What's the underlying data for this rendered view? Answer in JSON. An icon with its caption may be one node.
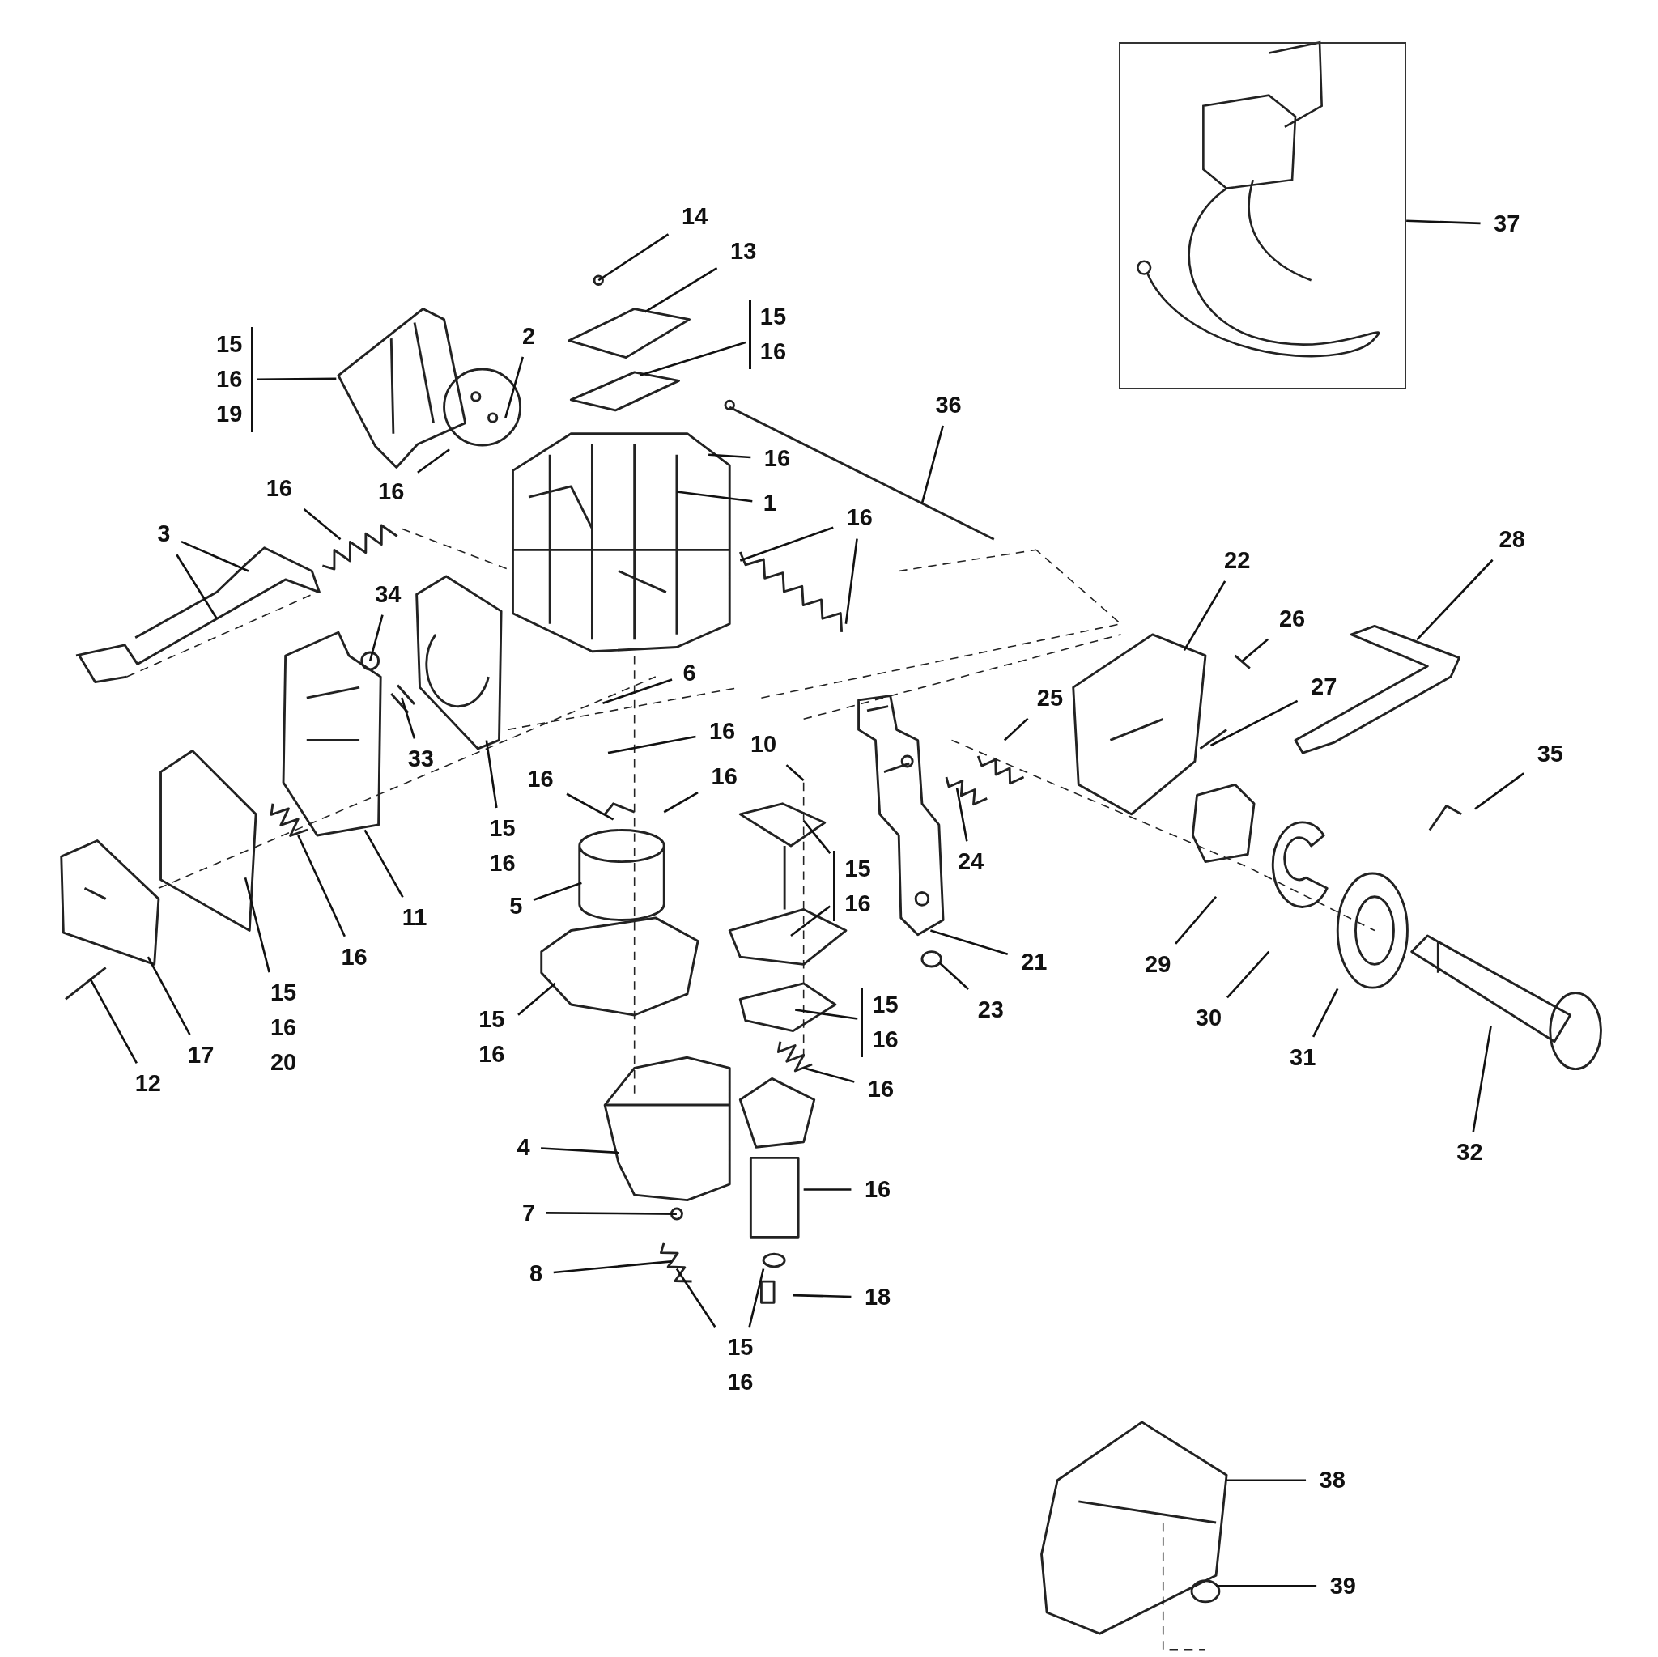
{
  "diagram": {
    "nodes": [
      {
        "text": [
          "14"
        ]
      },
      {
        "text": [
          "13"
        ]
      },
      {
        "text": [
          "15",
          "16"
        ]
      },
      {
        "text": [
          "15",
          "16",
          "19"
        ]
      },
      {
        "text": [
          "2"
        ]
      },
      {
        "text": [
          "16"
        ]
      },
      {
        "text": [
          "16"
        ]
      },
      {
        "text": [
          "36"
        ]
      },
      {
        "text": [
          "1"
        ]
      },
      {
        "text": [
          "16"
        ]
      },
      {
        "text": [
          "3"
        ]
      },
      {
        "text": [
          "16"
        ]
      },
      {
        "text": [
          "34"
        ]
      },
      {
        "text": [
          "6"
        ]
      },
      {
        "text": [
          "33"
        ]
      },
      {
        "text": [
          "16"
        ]
      },
      {
        "text": [
          "10"
        ]
      },
      {
        "text": [
          "16"
        ]
      },
      {
        "text": [
          "16"
        ]
      },
      {
        "text": [
          "15",
          "16"
        ]
      },
      {
        "text": [
          "5"
        ]
      },
      {
        "text": [
          "11"
        ]
      },
      {
        "text": [
          "16"
        ]
      },
      {
        "text": [
          "15",
          "16"
        ]
      },
      {
        "text": [
          "21"
        ]
      },
      {
        "text": [
          "23"
        ]
      },
      {
        "text": [
          "24"
        ]
      },
      {
        "text": [
          "15",
          "16",
          "20"
        ]
      },
      {
        "text": [
          "12"
        ]
      },
      {
        "text": [
          "17"
        ]
      },
      {
        "text": [
          "15",
          "16"
        ]
      },
      {
        "text": [
          "15",
          "16"
        ]
      },
      {
        "text": [
          "16"
        ]
      },
      {
        "text": [
          "4"
        ]
      },
      {
        "text": [
          "16"
        ]
      },
      {
        "text": [
          "7"
        ]
      },
      {
        "text": [
          "8"
        ]
      },
      {
        "text": [
          "18"
        ]
      },
      {
        "text": [
          "15",
          "16"
        ]
      },
      {
        "text": [
          "22"
        ]
      },
      {
        "text": [
          "26"
        ]
      },
      {
        "text": [
          "28"
        ]
      },
      {
        "text": [
          "25"
        ]
      },
      {
        "text": [
          "27"
        ]
      },
      {
        "text": [
          "35"
        ]
      },
      {
        "text": [
          "29"
        ]
      },
      {
        "text": [
          "30"
        ]
      },
      {
        "text": [
          "31"
        ]
      },
      {
        "text": [
          "32"
        ]
      },
      {
        "text": [
          "37"
        ]
      },
      {
        "text": [],
        "shape": "box"
      },
      {
        "text": [
          "38"
        ]
      },
      {
        "text": [
          "39"
        ]
      }
    ],
    "edges": [
      {
        "from": 0,
        "to": null,
        "arrow": "none"
      },
      {
        "from": 1,
        "to": null,
        "arrow": "none"
      },
      {
        "from": 2,
        "to": null,
        "arrow": "none"
      },
      {
        "from": 3,
        "to": null,
        "arrow": "none"
      },
      {
        "from": 4,
        "to": null,
        "arrow": "none"
      },
      {
        "from": 5,
        "to": null,
        "arrow": "none"
      },
      {
        "from": 6,
        "to": null,
        "arrow": "none"
      },
      {
        "from": 7,
        "to": null,
        "arrow": "none"
      },
      {
        "from": 8,
        "to": null,
        "arrow": "none"
      },
      {
        "from": 9,
        "to": null,
        "arrow": "none"
      },
      {
        "from": 10,
        "to": null,
        "arrow": "none"
      },
      {
        "from": 10,
        "to": null,
        "arrow": "none"
      },
      {
        "from": 11,
        "to": null,
        "arrow": "none"
      },
      {
        "from": 11,
        "to": null,
        "arrow": "none"
      },
      {
        "from": 12,
        "to": null,
        "arrow": "none"
      },
      {
        "from": 13,
        "to": null,
        "arrow": "none"
      },
      {
        "from": 14,
        "to": null,
        "arrow": "none"
      },
      {
        "from": 15,
        "to": null,
        "arrow": "none"
      },
      {
        "from": 16,
        "to": null,
        "arrow": "none"
      },
      {
        "from": 17,
        "to": null,
        "arrow": "none"
      },
      {
        "from": 18,
        "to": null,
        "arrow": "none"
      },
      {
        "from": 19,
        "to": null,
        "arrow": "none"
      },
      {
        "from": 20,
        "to": null,
        "arrow": "none"
      },
      {
        "from": 21,
        "to": null,
        "arrow": "none"
      },
      {
        "from": 22,
        "to": null,
        "arrow": "none"
      },
      {
        "from": 23,
        "to": null,
        "arrow": "none"
      },
      {
        "from": 23,
        "to": null,
        "arrow": "none"
      },
      {
        "from": 24,
        "to": null,
        "arrow": "none"
      },
      {
        "from": 25,
        "to": null,
        "arrow": "none"
      },
      {
        "from": 26,
        "to": null,
        "arrow": "none"
      },
      {
        "from": 27,
        "to": null,
        "arrow": "none"
      },
      {
        "from": 28,
        "to": null,
        "arrow": "none"
      },
      {
        "from": 29,
        "to": null,
        "arrow": "none"
      },
      {
        "from": 30,
        "to": null,
        "arrow": "none"
      },
      {
        "from": 31,
        "to": null,
        "arrow": "none"
      },
      {
        "from": 32,
        "to": null,
        "arrow": "none"
      },
      {
        "from": 33,
        "to": null,
        "arrow": "none"
      },
      {
        "from": 34,
        "to": null,
        "arrow": "none"
      },
      {
        "from": 35,
        "to": null,
        "arrow": "none"
      },
      {
        "from": 36,
        "to": null,
        "arrow": "none"
      },
      {
        "from": 37,
        "to": null,
        "arrow": "none"
      },
      {
        "from": 38,
        "to": null,
        "arrow": "none"
      },
      {
        "from": 38,
        "to": null,
        "arrow": "none"
      },
      {
        "from": 39,
        "to": null,
        "arrow": "none"
      },
      {
        "from": 40,
        "to": null,
        "arrow": "none"
      },
      {
        "from": 41,
        "to": null,
        "arrow": "none"
      },
      {
        "from": 42,
        "to": null,
        "arrow": "none"
      },
      {
        "from": 43,
        "to": null,
        "arrow": "none"
      },
      {
        "from": 44,
        "to": null,
        "arrow": "none"
      },
      {
        "from": 45,
        "to": null,
        "arrow": "none"
      },
      {
        "from": 46,
        "to": null,
        "arrow": "none"
      },
      {
        "from": 47,
        "to": null,
        "arrow": "none"
      },
      {
        "from": 48,
        "to": null,
        "arrow": "none"
      },
      {
        "from": 49,
        "to": 50,
        "arrow": "none"
      },
      {
        "from": 51,
        "to": null,
        "arrow": "none"
      },
      {
        "from": 52,
        "to": null,
        "arrow": "none"
      }
    ]
  }
}
